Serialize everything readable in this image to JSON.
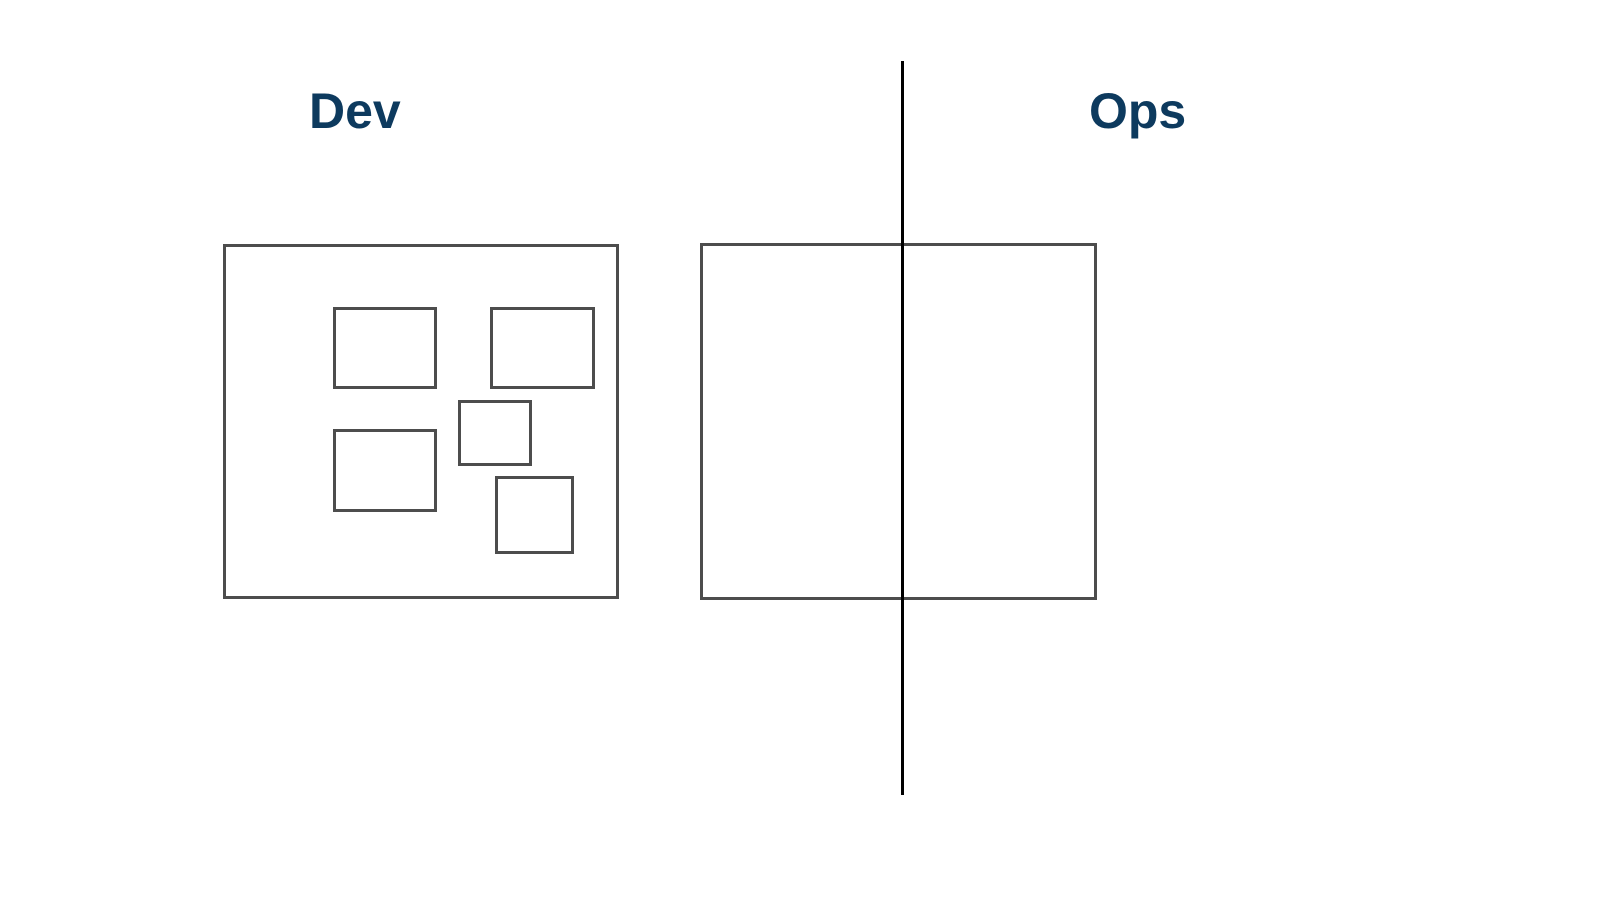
{
  "diagram": {
    "labels": {
      "dev": "Dev",
      "ops": "Ops"
    },
    "colors": {
      "label_text": "#0d3a5e",
      "box_stroke": "#4d4d4d",
      "divider_line": "#000000",
      "background": "#ffffff"
    },
    "shapes": {
      "dev_box_inner_rect_count": 5,
      "ops_box_inner_rect_count": 0,
      "divider_crosses": "ops-box"
    }
  }
}
